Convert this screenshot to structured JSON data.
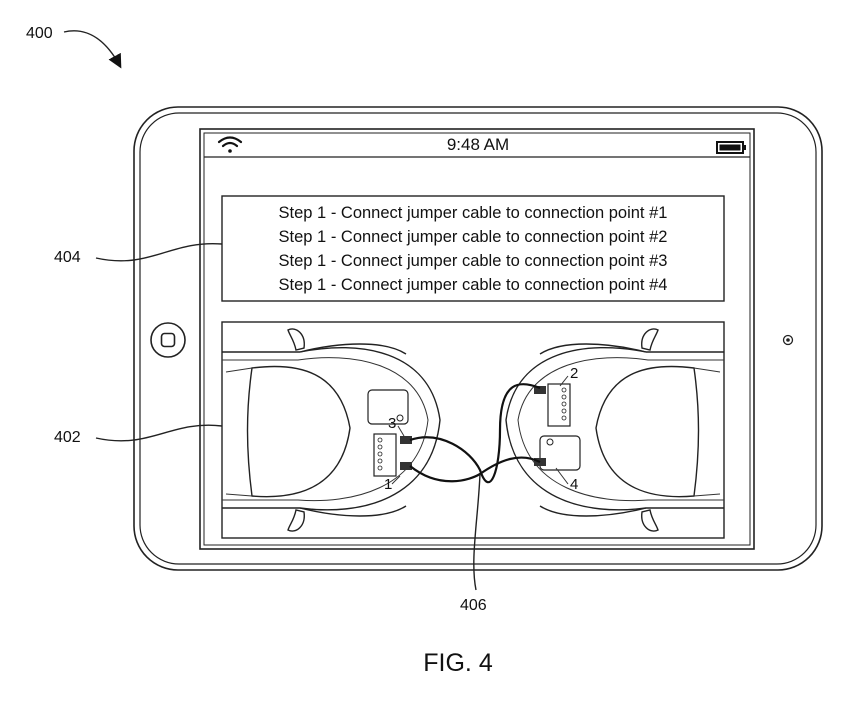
{
  "figure": {
    "ref_device": "400",
    "ref_display": "402",
    "ref_instructions": "404",
    "ref_cable": "406",
    "caption": "FIG. 4"
  },
  "status_bar": {
    "time": "9:48 AM",
    "left_icon": "wifi-icon",
    "right_icon": "battery-icon"
  },
  "instructions": [
    "Step 1 - Connect jumper cable to connection point #1",
    "Step 1 - Connect jumper cable to connection point #2",
    "Step 1 - Connect jumper cable to connection point #3",
    "Step 1 - Connect jumper cable to connection point #4"
  ],
  "connection_points": [
    "1",
    "2",
    "3",
    "4"
  ],
  "device_buttons": {
    "home": "home-button-icon",
    "camera": "camera-icon"
  }
}
